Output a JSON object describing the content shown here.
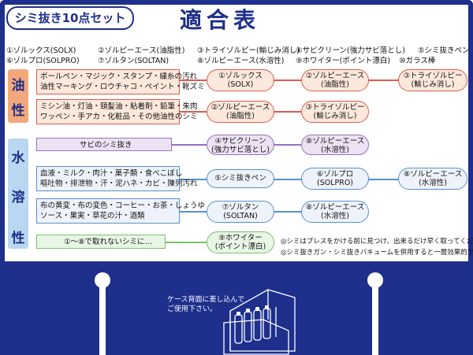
{
  "header": {
    "badge": "シミ抜き10点セット",
    "title": "適合表"
  },
  "legend": [
    "①ゾルックス(SOLX)",
    "②ゾルピーエース(油脂性)",
    "③トライゾルピー(輸じみ消し)",
    "④サビクリーン(強力サビ落とし)",
    "⑤シミ抜きペン",
    "⑥ゾルプロ(SOLPRO)",
    "⑦ゾルタン(SOLTAN)",
    "⑧ゾルピーエース(水溶性)",
    "⑨ホワイター(ポイント漂白)",
    "⑩ガラス棒"
  ],
  "categories": {
    "oil": [
      "油",
      "性"
    ],
    "water": [
      "水",
      "溶",
      "性"
    ]
  },
  "rows": {
    "oil1": [
      "ボールペン・マジック・スタンプ・繍糸の汚れ",
      "油性マーキング・ロウチャコ・ペイント・靴ズミ"
    ],
    "oil2": [
      "ミシン油・灯油・頸髪油・粘着剤・鉛筆・朱肉",
      "ワッペン・手アカ・化粧品・その他油性のシミ"
    ],
    "rust": [
      "サビのシミ抜き"
    ],
    "water1": [
      "血液・ミルク・肉汁・菓子類・食べこぼし",
      "嘔吐物・排泄物・汗・泥ハネ・カビ・陳列汚れ"
    ],
    "water2": [
      "布の黄変・布の変色・コーヒー・お茶・しょうゆ",
      "ソース・果実・草花の汁・酒類"
    ],
    "other": [
      "①～⑧で取れないシミに…"
    ]
  },
  "pills": {
    "p1": [
      "①ゾルックス",
      "(SOLX)"
    ],
    "p2a": [
      "②ゾルピーエース",
      "(油脂性)"
    ],
    "p3a": [
      "③トライゾルピー",
      "(輸じみ消し)"
    ],
    "p2b": [
      "②ゾルピーエース",
      "(油脂性)"
    ],
    "p3b": [
      "③トライゾルピー",
      "(輸じみ消し)"
    ],
    "p4": [
      "④サビクリーン",
      "(強力サビ落とし)"
    ],
    "p8a": [
      "⑧ゾルピーエース",
      "(水溶性)"
    ],
    "p5": [
      "⑤シミ抜きペン"
    ],
    "p6": [
      "⑥ゾルプロ",
      "(SOLPRO)"
    ],
    "p8b": [
      "⑧ゾルピーエース",
      "(水溶性)"
    ],
    "p7": [
      "⑦ゾルタン",
      "(SOLTAN)"
    ],
    "p8c": [
      "⑧ゾルピーエース",
      "(水溶性)"
    ],
    "p9": [
      "⑨ホワイター",
      "(ポイント漂白)"
    ]
  },
  "notes": [
    "◎シミはプレスをかける前に見つけ、出来るだけ早く取ってください。",
    "◎シミ抜きガン・シミ抜きバキュームを併用すると一層効果的です。"
  ],
  "bottom": {
    "caption": [
      "ケース背面に差し込んで",
      "ご使用下さい。"
    ]
  },
  "colors": {
    "frame": "#1e2f8c",
    "oil": "#e05a4a",
    "water": "#5a8fd0",
    "rust": "#9a70c0",
    "other": "#7bc06a"
  }
}
